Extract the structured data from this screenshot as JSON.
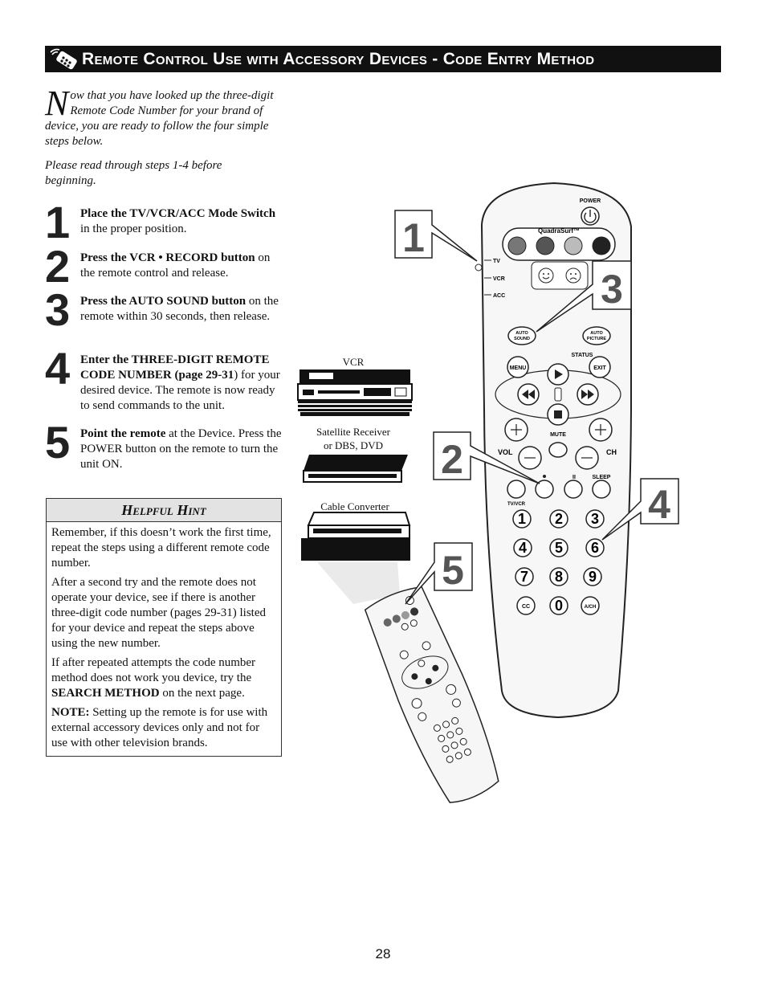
{
  "header": {
    "title": "Remote Control Use with Accessory Devices - Code Entry Method",
    "icon": "remote-icon"
  },
  "intro": {
    "drop_cap": "N",
    "text": "ow that you have looked up the three-digit Remote Code Number for your brand of device, you are ready to follow the four simple steps below.",
    "note": "Please read through steps 1-4 before beginning."
  },
  "steps": [
    {
      "num": "1",
      "bold": "Place the TV/VCR/ACC Mode Switch",
      "rest": " in the proper position."
    },
    {
      "num": "2",
      "bold": "Press the VCR • RECORD button",
      "rest": " on the remote control and release."
    },
    {
      "num": "3",
      "bold": "Press the AUTO SOUND button",
      "rest": " on the remote within 30 seconds, then release."
    },
    {
      "num": "4",
      "bold": "Enter the THREE-DIGIT REMOTE CODE NUMBER (page 29-31",
      "rest": ") for your desired device. The remote is now ready to send commands to the unit."
    },
    {
      "num": "5",
      "bold": "Point the remote",
      "rest": " at the Device. Press the POWER button on the remote to turn the unit ON."
    }
  ],
  "hint": {
    "title": "Helpful Hint",
    "p1": "Remember, if this doesn’t work the first time, repeat the steps using a different remote code number.",
    "p2": "After a second try and the remote does not operate your device, see if there is another three-digit code number (pages 29-31) listed for your device and repeat the steps above using the new number.",
    "p3_a": "If after repeated attempts the code number method does not work you device, try the ",
    "p3_b": "SEARCH METHOD",
    "p3_c": " on the next page.",
    "p4_a": "NOTE:",
    "p4_b": " Setting up the remote is for use with external accessory devices only and not for use with other television brands."
  },
  "devices": {
    "vcr": "VCR",
    "satellite_line1": "Satellite Receiver",
    "satellite_line2": "or DBS, DVD",
    "cable": "Cable Converter"
  },
  "callouts": [
    "1",
    "2",
    "3",
    "4",
    "5"
  ],
  "remote": {
    "power": "POWER",
    "brand": "QuadraSurf™",
    "mode_tv": "TV",
    "mode_vcr": "VCR",
    "mode_acc": "ACC",
    "auto_sound_1": "AUTO",
    "auto_sound_2": "SOUND",
    "auto_picture_1": "AUTO",
    "auto_picture_2": "PICTURE",
    "status": "STATUS",
    "menu": "MENU",
    "exit": "EXIT",
    "mute": "MUTE",
    "vol": "VOL",
    "ch": "CH",
    "pause": "II",
    "sleep": "SLEEP",
    "tvvcr": "TV/VCR",
    "digits": [
      "1",
      "2",
      "3",
      "4",
      "5",
      "6",
      "7",
      "8",
      "9",
      "0"
    ],
    "cc": "CC",
    "ach": "A/CH"
  },
  "page_number": "28"
}
